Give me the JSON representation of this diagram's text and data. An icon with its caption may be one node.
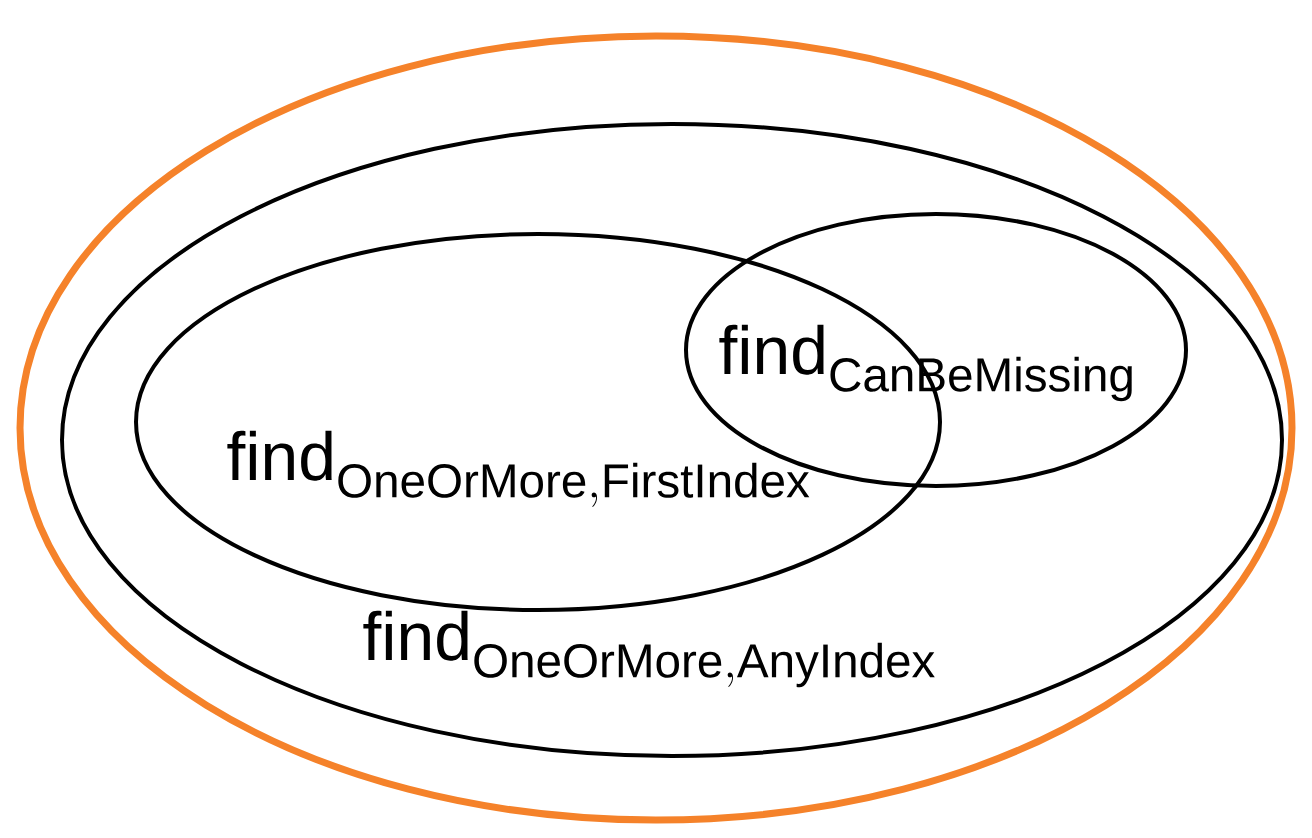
{
  "diagram": {
    "nodes": [
      {
        "text": [],
        "shape": "ellipse"
      },
      {
        "text": [
          "\\mathrm{find}_{\\mathrm{OneOrMore,AnyIndex}}"
        ],
        "in": 0
      },
      {
        "text": [
          "\\mathrm{find}_{\\mathrm{OneOrMore,FirstIndex}}"
        ],
        "in": 1
      },
      {
        "text": [
          "\\mathrm{find}_{\\mathrm{CanBeMissing}}"
        ],
        "in": 1
      }
    ]
  }
}
